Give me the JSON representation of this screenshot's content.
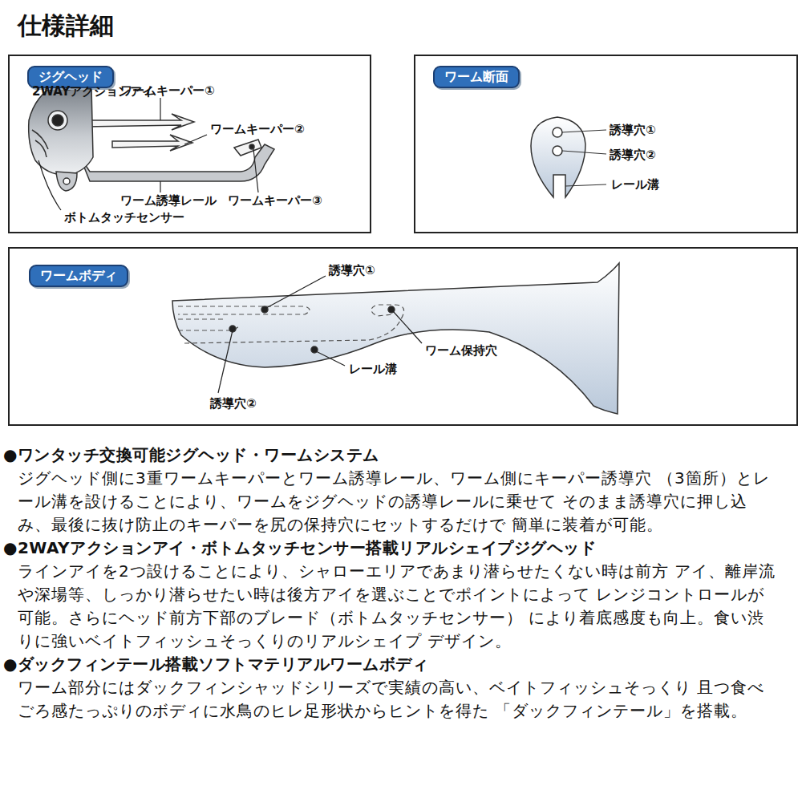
{
  "diagram": {
    "title": "仕様詳細",
    "nodes": [
      {
        "text": [
          "ジグヘッド"
        ]
      },
      {
        "text": [
          "ワーム断面"
        ]
      },
      {
        "text": [
          "ワームボディ"
        ]
      }
    ],
    "labels": [
      "2WAYアクションアイ",
      "ワームキーパー①",
      "ワームキーパー②",
      "ワーム誘導レール",
      "ワームキーパー③",
      "ボトムタッチセンサー",
      "誘導穴①",
      "誘導穴②",
      "レール溝",
      "誘導穴①",
      "ワーム保持穴",
      "レール溝",
      "誘導穴②",
      "●ワンタッチ交換可能ジグヘッド・ワームシステム",
      "ジグヘッド側に3重ワームキーパーとワーム誘導レール、ワーム側にキーパー誘導穴 （3箇所）とレール溝を設けることにより、ワームをジグヘッドの誘導レールに乗せて そのまま誘導穴に押し込み、最後に抜け防止のキーパーを尻の保持穴にセットするだけで 簡単に装着が可能。",
      "●2WAYアクションアイ・ボトムタッチセンサー搭載リアルシェイプジグヘッド",
      "ラインアイを2つ設けることにより、シャローエリアであまり潜らせたくない時は前方 アイ、離岸流や深場等、しっかり潜らせたい時は後方アイを選ぶことでポイントによって レンジコントロールが可能。さらにヘッド前方下部のブレード（ボトムタッチセンサー） により着底感度も向上。食い渋りに強いベイトフィッシュそっくりのリアルシェイプ デザイン。",
      "●ダックフィンテール搭載ソフトマテリアルワームボディ",
      "ワーム部分にはダックフィンシャッドシリーズで実績の高い、ベイトフィッシュそっくり 且つ食べごろ感たっぷりのボディに水鳥のヒレ足形状からヒントを得た 「ダックフィンテール」を搭載。"
    ]
  }
}
